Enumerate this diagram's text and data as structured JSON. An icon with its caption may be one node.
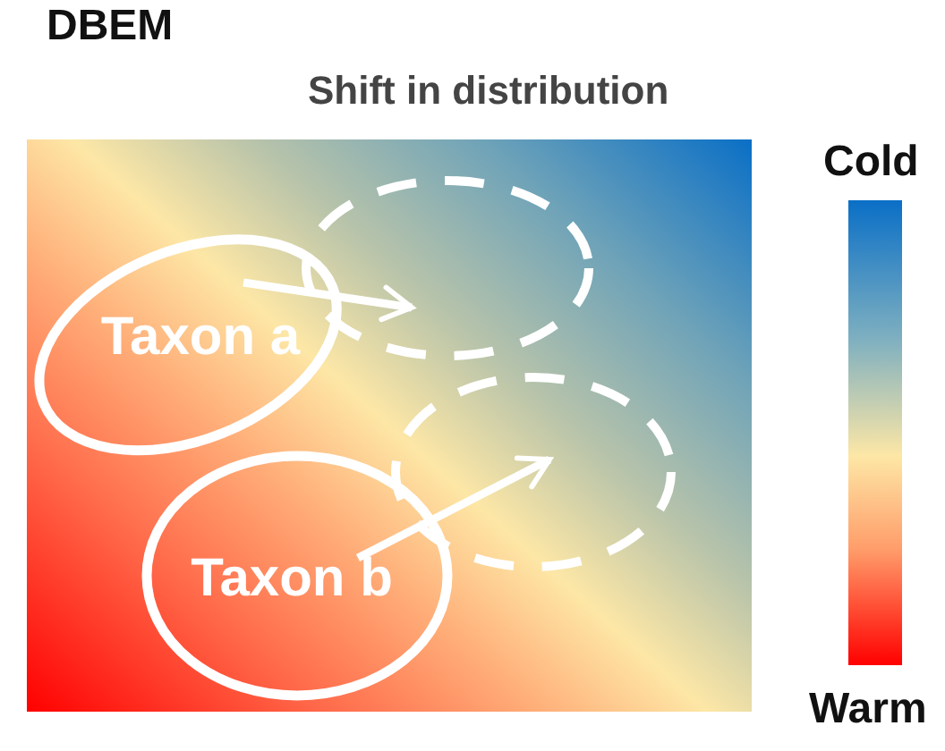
{
  "diagram": {
    "title": "DBEM",
    "nodes": [
      {
        "text": [
          "Taxon a"
        ]
      },
      {
        "text": [],
        "shape": "circle"
      },
      {
        "text": [
          "Taxon b"
        ]
      },
      {
        "text": [],
        "shape": "circle"
      },
      {
        "text": [],
        "shape": "bar"
      }
    ],
    "edges": [
      {
        "from": 0,
        "to": 1,
        "arrow": "to"
      },
      {
        "from": 2,
        "to": 3,
        "arrow": "to"
      }
    ],
    "labels": [
      "Shift in distribution",
      "Cold",
      "Warm"
    ]
  }
}
